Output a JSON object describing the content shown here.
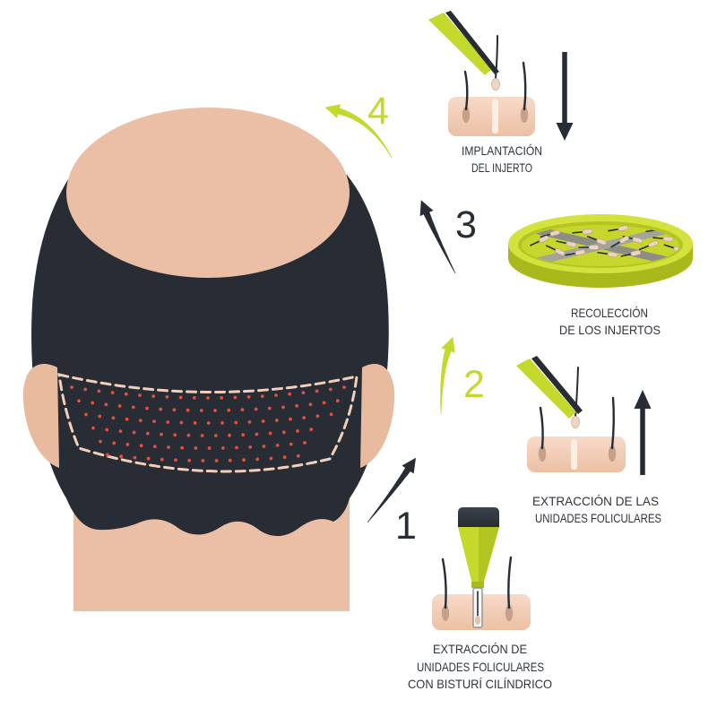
{
  "colors": {
    "dark": "#272c35",
    "lime": "#c5d82c",
    "skin": "#eabfa5",
    "donor_dots": "#e2503e",
    "label": "#2e333c"
  },
  "head": {
    "icon": "head-back-view-icon"
  },
  "steps": [
    {
      "number": "1",
      "icon": "cylindrical-punch-icon",
      "label_lines": [
        "EXTRACCIÓN DE",
        "UNIDADES FOLICULARES",
        "CON BISTURÍ CILÍNDRICO"
      ]
    },
    {
      "number": "2",
      "icon": "tweezers-extraction-icon",
      "label_lines": [
        "EXTRACCIÓN DE LAS",
        "UNIDADES FOLICULARES"
      ]
    },
    {
      "number": "3",
      "icon": "petri-dish-icon",
      "label_lines": [
        "RECOLECCIÓN",
        "DE LOS INJERTOS"
      ]
    },
    {
      "number": "4",
      "icon": "tweezers-implant-icon",
      "label_lines": [
        "IMPLANTACIÓN",
        "DEL INJERTO"
      ]
    }
  ]
}
